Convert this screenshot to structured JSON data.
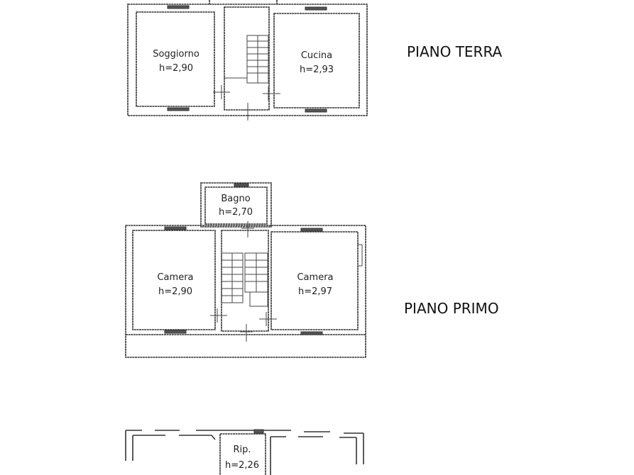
{
  "floors": [
    {
      "label": "PIANO TERRA",
      "rooms": [
        {
          "name": "Soggiorno",
          "height": "h=2,90"
        },
        {
          "name": "Cucina",
          "height": "h=2,93"
        }
      ]
    },
    {
      "label": "PIANO PRIMO",
      "rooms": [
        {
          "name": "Bagno",
          "height": "h=2,70"
        },
        {
          "name": "Camera",
          "height": "h=2,90"
        },
        {
          "name": "Camera",
          "height": "h=2,97"
        }
      ]
    },
    {
      "label": "",
      "rooms": [
        {
          "name": "Rip.",
          "height": "h=2,26"
        }
      ]
    }
  ]
}
